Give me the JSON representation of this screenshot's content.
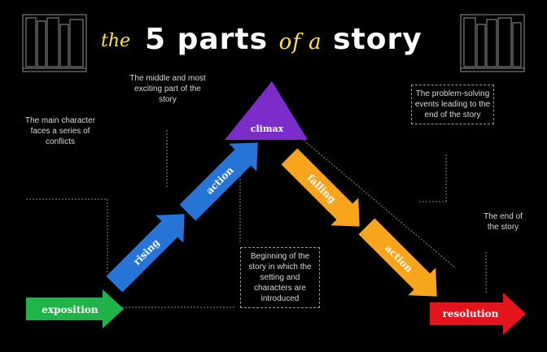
{
  "title": {
    "the": "the",
    "main_a": "5 parts ",
    "of_a": "of a",
    "main_b": " story"
  },
  "stages": {
    "exposition": "exposition",
    "rising": "rising",
    "action": "action",
    "climax": "climax",
    "falling": "falling",
    "action2": "action",
    "resolution": "resolution"
  },
  "notes": {
    "exposition_note": "The main character faces a series of conflicts",
    "rising_note": "The middle and most exciting part of the story",
    "beginning_note": "Beginning of the story in which the setting and characters are introduced",
    "falling_note": "The problem-solving events leading to the end of the story",
    "resolution_note": "The end of the story"
  },
  "colors": {
    "exposition": "#1fb34a",
    "rising": "#2574d6",
    "climax": "#7b2cc9",
    "falling": "#f7a51c",
    "resolution": "#e3141b",
    "title_accent": "#ffe24a"
  },
  "icons": [
    "bookshelf-icon-left",
    "bookshelf-icon-right"
  ]
}
